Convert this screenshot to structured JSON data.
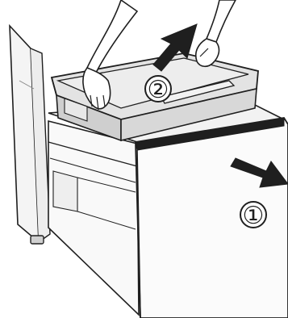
{
  "diagram": {
    "steps": [
      {
        "label": "①",
        "action": "pull-out-drawer-arrow"
      },
      {
        "label": "②",
        "action": "lift-tray-arrow"
      }
    ],
    "colors": {
      "outline": "#1f1f1f",
      "tray_fill": "#e3e3e3",
      "tray_shadow": "#c9c9c9",
      "cabinet_fill": "#f4f4f4",
      "drawer_fill": "#fbfbfb"
    }
  }
}
